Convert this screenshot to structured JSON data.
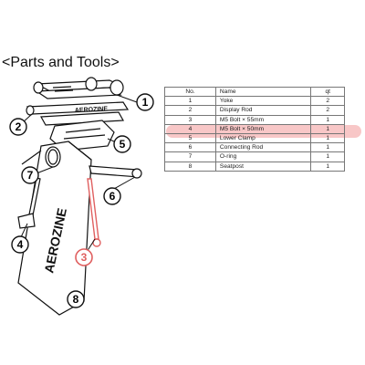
{
  "page": {
    "title": "<Parts and Tools>"
  },
  "diagram": {
    "logo_text": "AEROZINE",
    "callouts": [
      "1",
      "2",
      "3",
      "4",
      "5",
      "6",
      "7",
      "8"
    ]
  },
  "table": {
    "headers": {
      "no": "No.",
      "name": "Name",
      "qt": "qt"
    },
    "rows": [
      {
        "no": "1",
        "name": "Yoke",
        "qt": "2"
      },
      {
        "no": "2",
        "name": "Display Rod",
        "qt": "2"
      },
      {
        "no": "3",
        "name": "M5 Bolt × 55mm",
        "qt": "1",
        "highlighted": true
      },
      {
        "no": "4",
        "name": "M5 Bolt × 50mm",
        "qt": "1"
      },
      {
        "no": "5",
        "name": "Lower Clamp",
        "qt": "1"
      },
      {
        "no": "6",
        "name": "Connecting Rod",
        "qt": "1"
      },
      {
        "no": "7",
        "name": "O-ring",
        "qt": "1"
      },
      {
        "no": "8",
        "name": "Seatpost",
        "qt": "1"
      }
    ]
  },
  "colors": {
    "highlight": "#f08282",
    "line": "#111111"
  },
  "icons": [
    "yoke-part",
    "display-rod-part",
    "bolt-part",
    "clamp-part",
    "connecting-rod-part",
    "o-ring-part",
    "seatpost-part"
  ]
}
